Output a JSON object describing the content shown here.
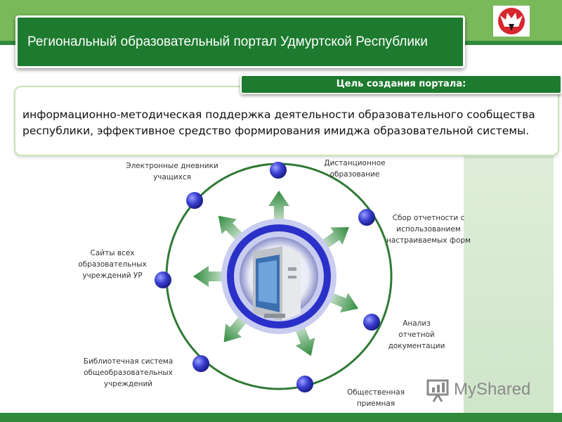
{
  "header": {
    "title": "Региональный образовательный портал Удмуртской Республики"
  },
  "goal": {
    "label": "Цель создания портала:",
    "text": "информационно-методическая поддержка деятельности образовательного сообщества республики, эффективное средство формирования имиджа образовательной системы."
  },
  "diagram": {
    "center_icon": "computer-icon",
    "nodes": [
      {
        "id": "diaries",
        "label": "Электронные дневники учащихся"
      },
      {
        "id": "distance",
        "label": "Дистанционное образование"
      },
      {
        "id": "reports",
        "label": "Сбор отчетности с использованием настраиваемых форм"
      },
      {
        "id": "analysis",
        "label": "Анализ отчетной документации"
      },
      {
        "id": "reception",
        "label": "Общественная приемная"
      },
      {
        "id": "library",
        "label": "Библиотечная система общеобразовательных учреждений"
      },
      {
        "id": "sites",
        "label": "Сайты всех образовательных учреждений УР"
      }
    ]
  },
  "watermark": {
    "text": "MyShared"
  },
  "colors": {
    "header_green": "#1d7a2e",
    "band_green": "#7ab95a",
    "ring_green": "#2f7a35",
    "node_blue": "#3a3fd0"
  }
}
